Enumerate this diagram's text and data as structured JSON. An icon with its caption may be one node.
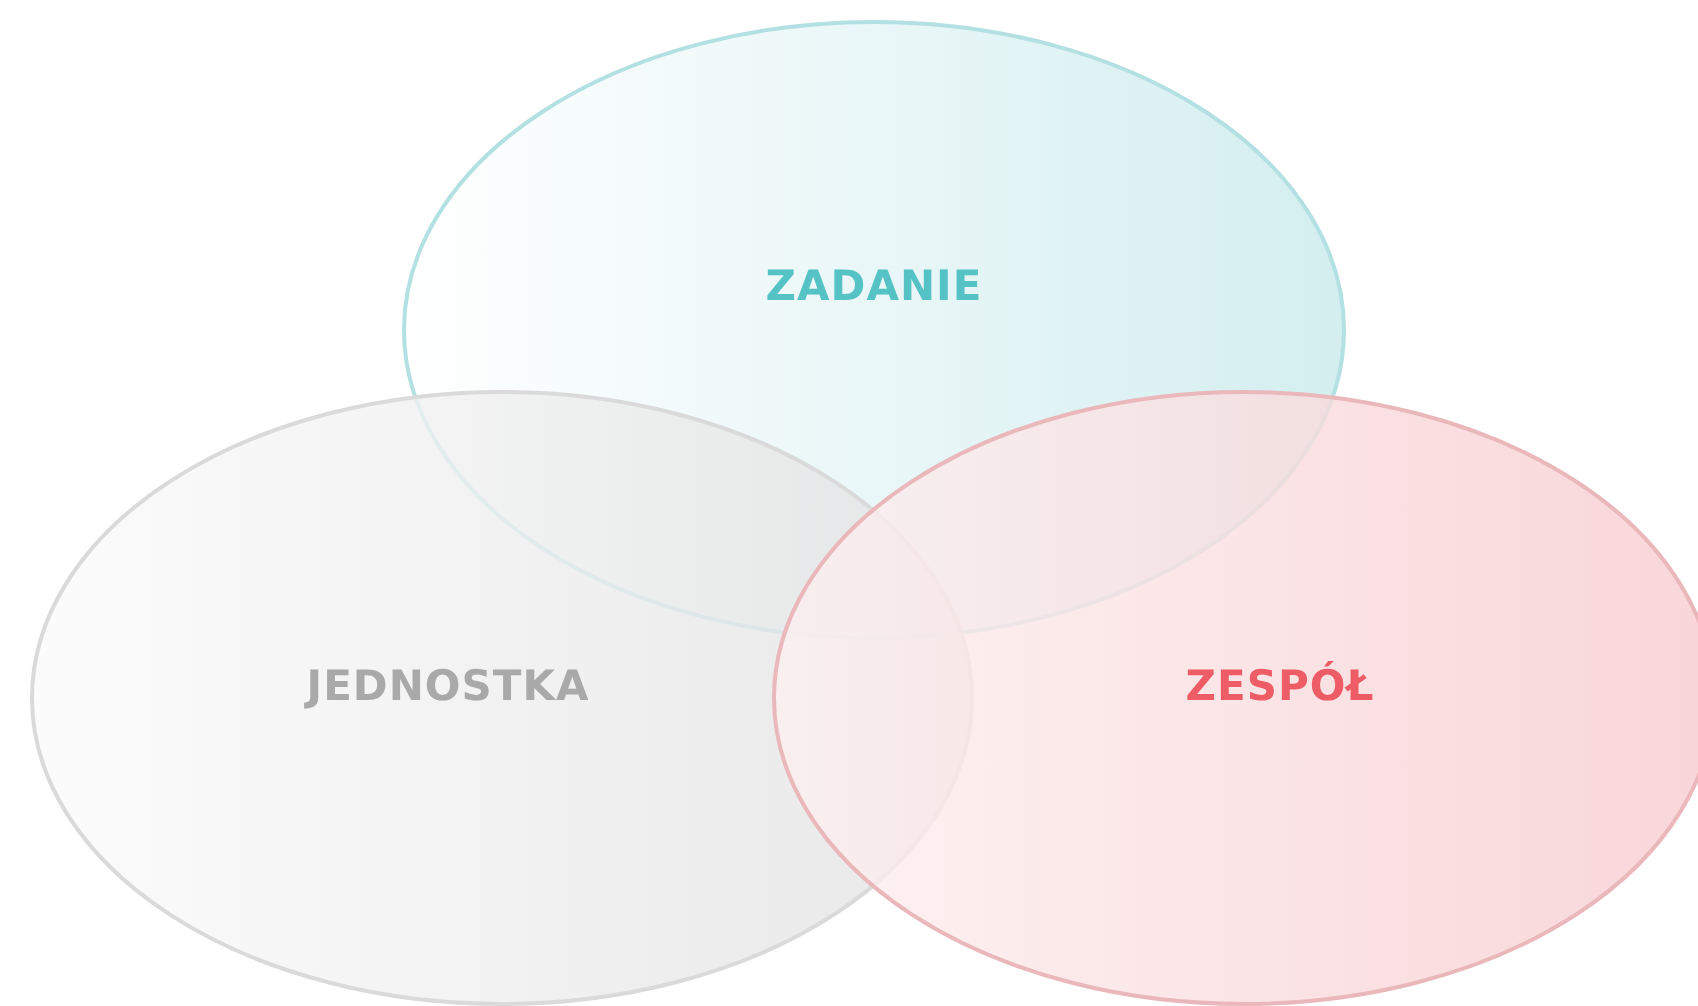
{
  "diagram": {
    "nodes": [
      {
        "text": [
          "ZADANIE"
        ]
      },
      {
        "text": [
          "JEDNOSTKA"
        ]
      },
      {
        "text": [
          "ZESPÓŁ"
        ]
      }
    ]
  }
}
